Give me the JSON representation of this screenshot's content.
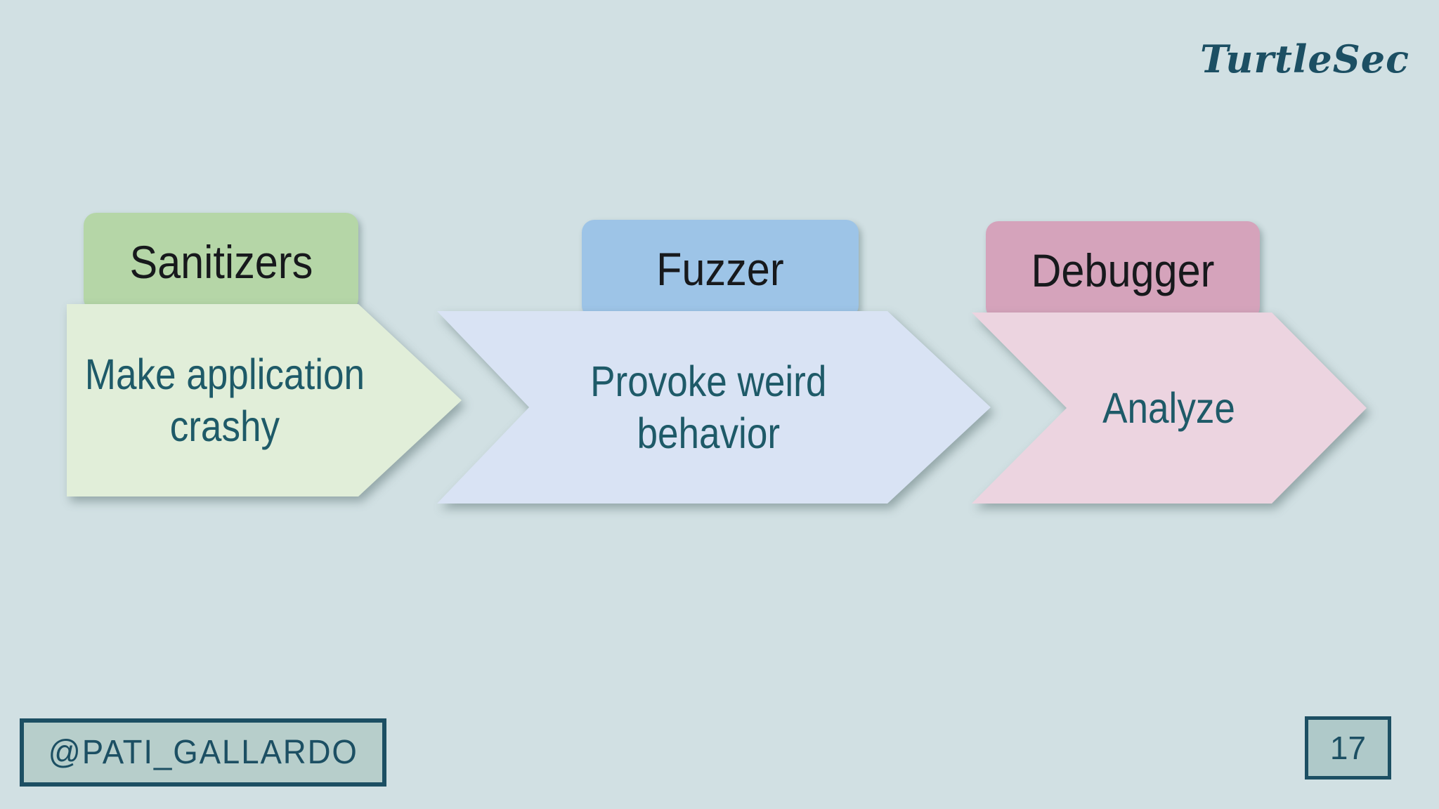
{
  "slide": {
    "brand": "TurtleSec",
    "footer_handle": "@PATI_GALLARDO",
    "page_number": "17"
  },
  "colors": {
    "background": "#d1e0e3",
    "teal_text": "#1e5a68",
    "teal_dark": "#1c4f63",
    "title_text": "#17191c",
    "handle_box_bg": "#b7cecb",
    "page_box_bg": "#afc9c9"
  },
  "process": {
    "steps": [
      {
        "title": "Sanitizers",
        "lines": [
          "Make application",
          "crashy"
        ],
        "tab_color": "#b5d6a7",
        "body_color": "#e1eed9"
      },
      {
        "title": "Fuzzer",
        "lines": [
          "Provoke weird",
          "behavior"
        ],
        "tab_color": "#9dc4e7",
        "body_color": "#d9e3f4"
      },
      {
        "title": "Debugger",
        "lines": [
          "Analyze"
        ],
        "tab_color": "#d5a3bb",
        "body_color": "#ecd4e0"
      }
    ]
  }
}
